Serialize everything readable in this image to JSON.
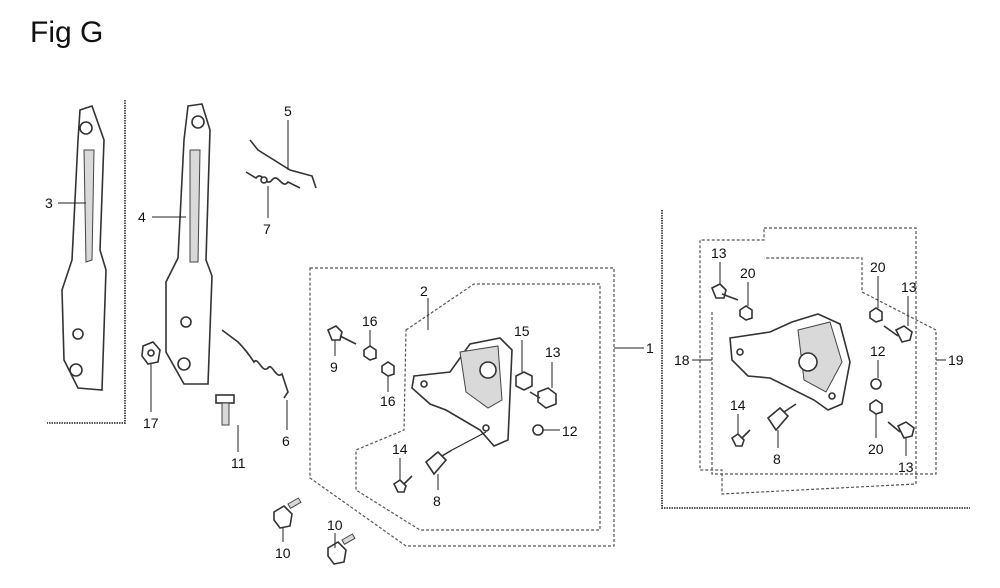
{
  "title": "Fig G",
  "callouts": {
    "c3": "3",
    "c4": "4",
    "c5": "5",
    "c7": "7",
    "c17": "17",
    "c11": "11",
    "c6": "6",
    "c2": "2",
    "c1": "1",
    "c16a": "16",
    "c16b": "16",
    "c9": "9",
    "c15": "15",
    "c13a": "13",
    "c12a": "12",
    "c14a": "14",
    "c8a": "8",
    "c10a": "10",
    "c10b": "10",
    "c18": "18",
    "c19": "19",
    "c13b": "13",
    "c20a": "20",
    "c20b": "20",
    "c13c": "13",
    "c12b": "12",
    "c14b": "14",
    "c8b": "8",
    "c20c": "20",
    "c13d": "13"
  }
}
